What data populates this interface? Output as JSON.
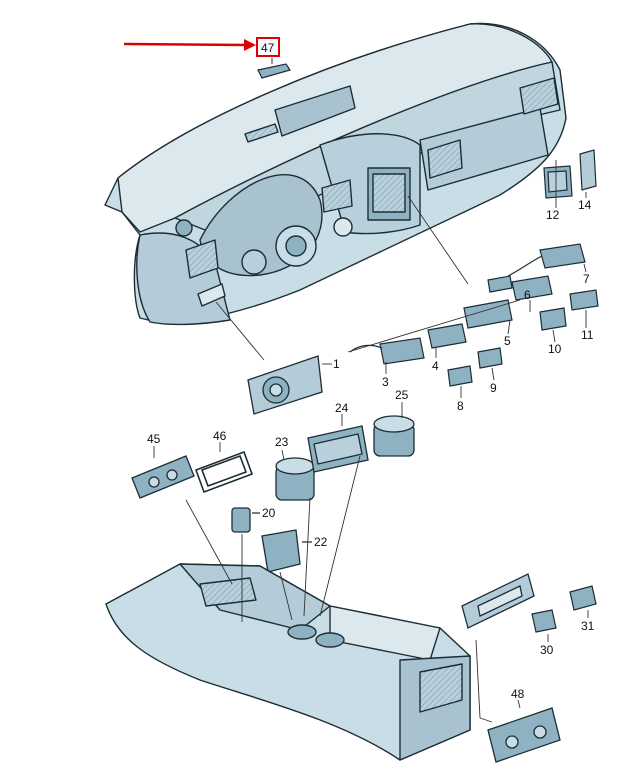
{
  "colors": {
    "part_fill": "#c9dde6",
    "part_dark": "#8fb2c2",
    "outline": "#1d2d36",
    "leader": "#333333",
    "highlight": "#e00000"
  },
  "callouts": {
    "c47": "47",
    "c12": "12",
    "c14": "14",
    "c7": "7",
    "c6": "6",
    "c5": "5",
    "c11": "11",
    "c10": "10",
    "c1": "1",
    "c3": "3",
    "c4": "4",
    "c8": "8",
    "c9": "9",
    "c24": "24",
    "c25": "25",
    "c45": "45",
    "c46": "46",
    "c23": "23",
    "c20": "20",
    "c22": "22",
    "c31": "31",
    "c30": "30",
    "c48": "48"
  }
}
